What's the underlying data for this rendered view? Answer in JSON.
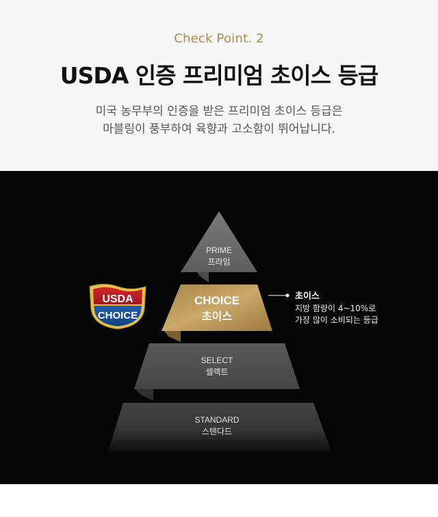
{
  "header": {
    "eyebrow": "Check Point. 2",
    "title": "USDA 인증 프리미엄 초이스 등급",
    "desc_line1": "미국 농무부의 인증을 받은 프리미엄 초이스 등급은",
    "desc_line2": "마블링이 풍부하여 육향과 고소함이 뛰어납니다."
  },
  "pyramid": {
    "prime_en": "PRIME",
    "prime_ko": "프라임",
    "choice_en": "CHOICE",
    "choice_ko": "초이스",
    "select_en": "SELECT",
    "select_ko": "셀렉트",
    "standard_en": "STANDARD",
    "standard_ko": "스탠다드"
  },
  "badge": {
    "top": "USDA",
    "bottom": "CHOICE"
  },
  "callout": {
    "title": "초이스",
    "line1": "지방 함량이 4~10%로",
    "line2": "가장 많이 소비되는 등급"
  },
  "colors": {
    "gold": "#b08a4c",
    "dark_bg": "#050505"
  }
}
